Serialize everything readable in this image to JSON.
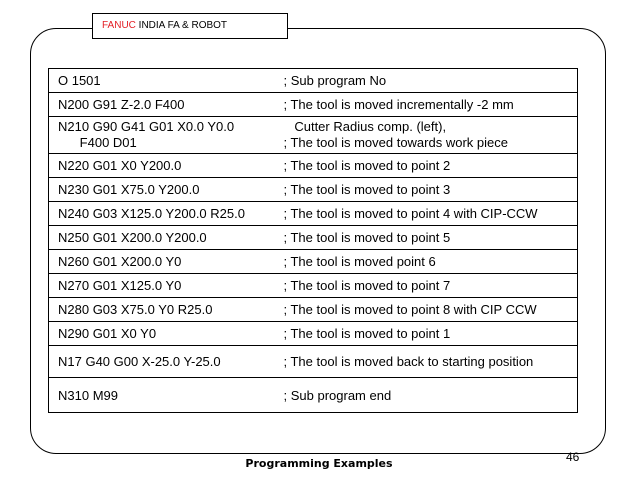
{
  "header": {
    "brand": "FANUC",
    "rest": " INDIA  FA & ROBOT"
  },
  "rows": [
    {
      "code": "O 1501",
      "comment": ";  Sub program No"
    },
    {
      "code": "N200 G91 Z-2.0 F400",
      "comment": "; The tool is moved incrementally -2 mm"
    },
    {
      "code1": "N210 G90 G41 G01 X0.0 Y0.0",
      "code2": "      F400 D01",
      "comment1": "   Cutter Radius comp. (left),",
      "comment2": ";  The tool is moved towards work piece"
    },
    {
      "code": "N220 G01 X0 Y200.0",
      "comment": ";  The tool is moved to point 2"
    },
    {
      "code": "N230 G01 X75.0 Y200.0",
      "comment": ";  The tool is moved to point 3"
    },
    {
      "code": "N240 G03 X125.0 Y200.0 R25.0",
      "comment": ";  The tool is moved to point 4 with CIP-CCW"
    },
    {
      "code": "N250 G01 X200.0 Y200.0",
      "comment": ";  The tool is moved to point 5"
    },
    {
      "code": "N260 G01 X200.0 Y0",
      "comment": ";  The tool is moved point 6"
    },
    {
      "code": "N270 G01 X125.0 Y0",
      "comment": ";  The tool is moved to point 7"
    },
    {
      "code": "N280 G03 X75.0 Y0 R25.0",
      "comment": ";  The tool is moved to point 8 with CIP CCW"
    },
    {
      "code": "N290 G01 X0 Y0",
      "comment": ";  The tool is moved to point 1"
    },
    {
      "code": "N17 G40 G00 X-25.0 Y-25.0",
      "comment": ";  The tool is moved back to starting position"
    },
    {
      "code": "N310  M99",
      "comment": ";   Sub program end"
    }
  ],
  "footer": {
    "title": "Programming Examples",
    "page": "46"
  }
}
